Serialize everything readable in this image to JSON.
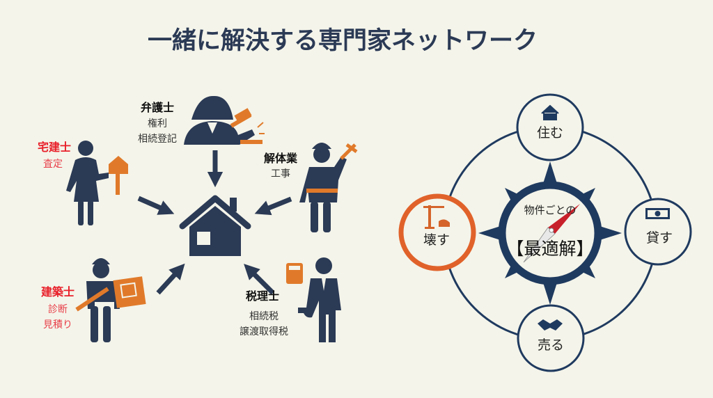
{
  "title": "一緒に解決する専門家ネットワーク",
  "colors": {
    "navy": "#2b3a55",
    "orange": "#e07a2a",
    "red": "#e8202a",
    "compass_navy": "#1f3a5f",
    "highlight": "#e0622a",
    "background": "#f4f4ea"
  },
  "network": {
    "experts": [
      {
        "role": "弁護士",
        "tasks": [
          "権利",
          "相続登記"
        ],
        "icon": "lawyer-gavel-icon"
      },
      {
        "role": "宅建士",
        "tasks": [
          "査定"
        ],
        "icon": "realtor-key-icon"
      },
      {
        "role": "解体業",
        "tasks": [
          "工事"
        ],
        "icon": "demolition-worker-hammer-icon"
      },
      {
        "role": "建築士",
        "tasks": [
          "診断",
          "見積り"
        ],
        "icon": "architect-blueprint-icon"
      },
      {
        "role": "税理士",
        "tasks": [
          "相続税",
          "譲渡取得税"
        ],
        "icon": "tax-accountant-calculator-icon"
      }
    ],
    "center_icon": "house-icon"
  },
  "compass": {
    "center_top": "物件ごとの",
    "center_main": "【最適解】",
    "options": [
      {
        "label": "住む",
        "icon": "house-icon"
      },
      {
        "label": "貸す",
        "icon": "money-icon"
      },
      {
        "label": "売る",
        "icon": "handshake-icon"
      },
      {
        "label": "壊す",
        "icon": "crane-icon",
        "highlighted": true
      }
    ]
  }
}
